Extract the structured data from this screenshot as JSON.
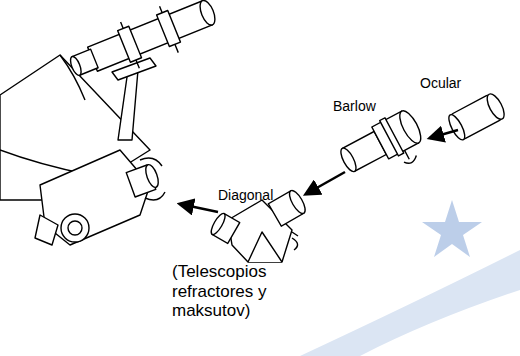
{
  "diagram": {
    "labels": [
      "Ocular",
      "Barlow",
      "Diagonal",
      "(Telescopios refractores y maksutov)"
    ]
  }
}
